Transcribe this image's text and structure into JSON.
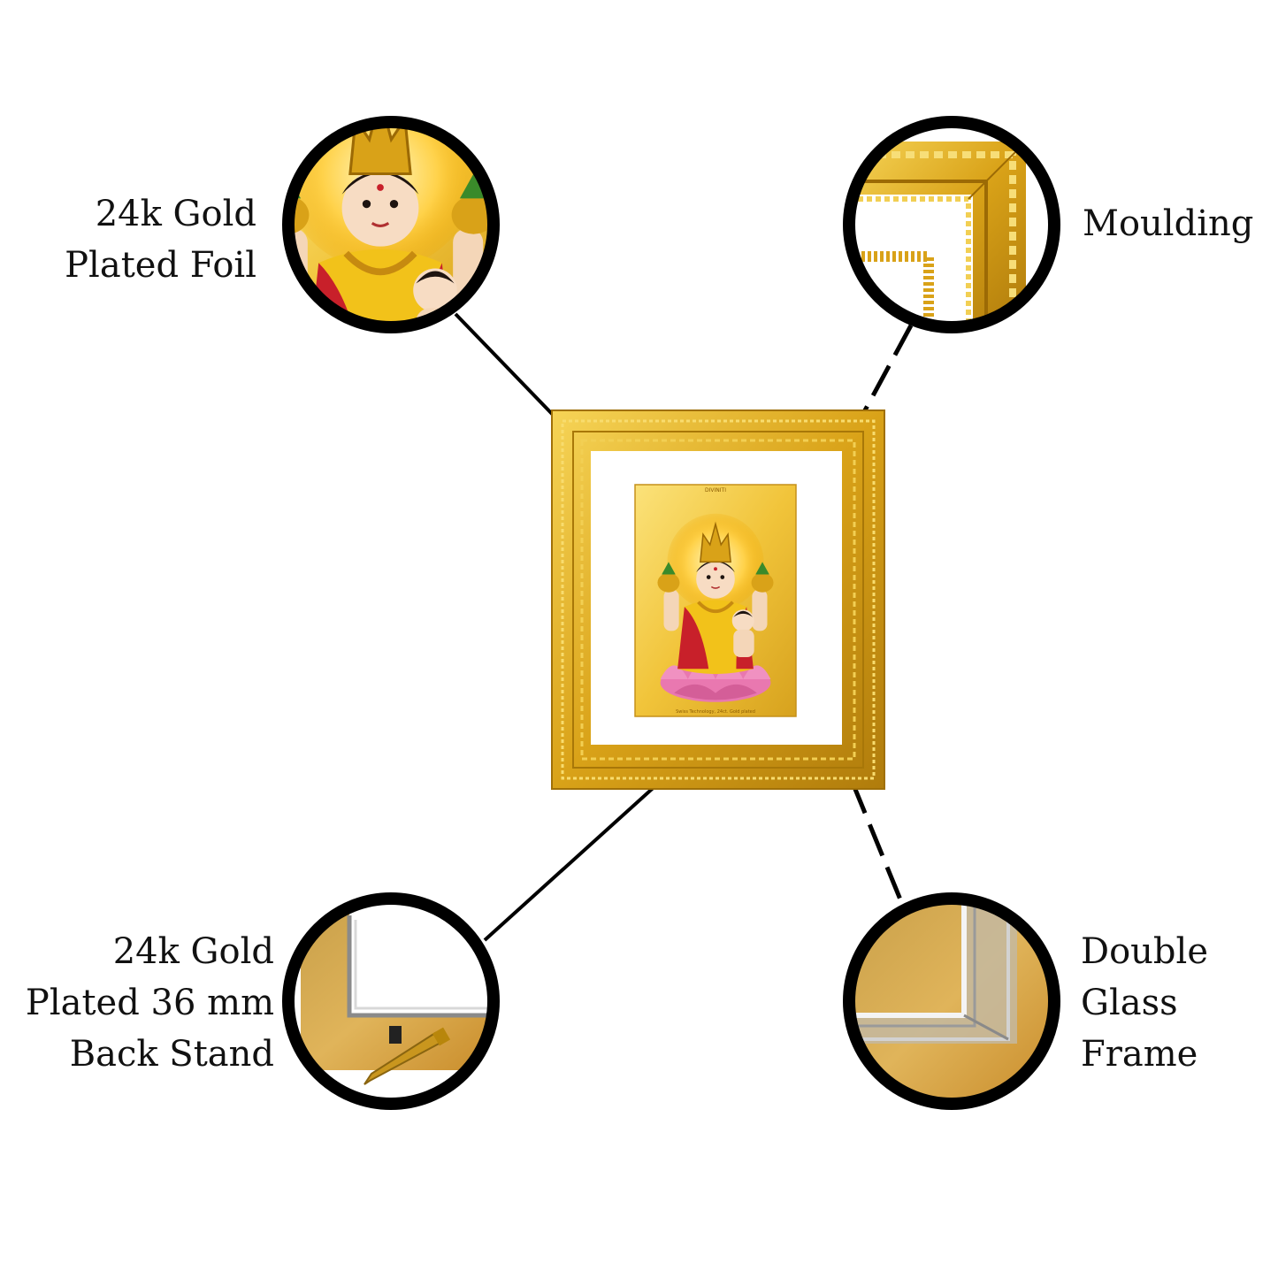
{
  "labels": {
    "foil": [
      "24k Gold",
      "Plated Foil"
    ],
    "moulding": [
      "Moulding"
    ],
    "back_stand": [
      "24k Gold",
      "Plated 36 mm",
      "Back Stand"
    ],
    "double_glass": [
      "Double",
      "Glass",
      "Frame"
    ]
  },
  "print": {
    "brand": "DIVINITI",
    "footer": "Swiss Technology, 24ct. Gold plated"
  },
  "colors": {
    "gold_dark": "#b8860b",
    "gold": "#e0a91c",
    "gold_light": "#f5d04a",
    "ring": "#000000",
    "lotus": "#e978b0",
    "saree_red": "#c8202a",
    "saree_yellow": "#f2c21a"
  },
  "icons": {
    "foil_zoom": "deity-portrait-icon",
    "moulding_zoom": "frame-corner-icon",
    "stand_zoom": "back-stand-icon",
    "glass_zoom": "glass-corner-icon"
  }
}
